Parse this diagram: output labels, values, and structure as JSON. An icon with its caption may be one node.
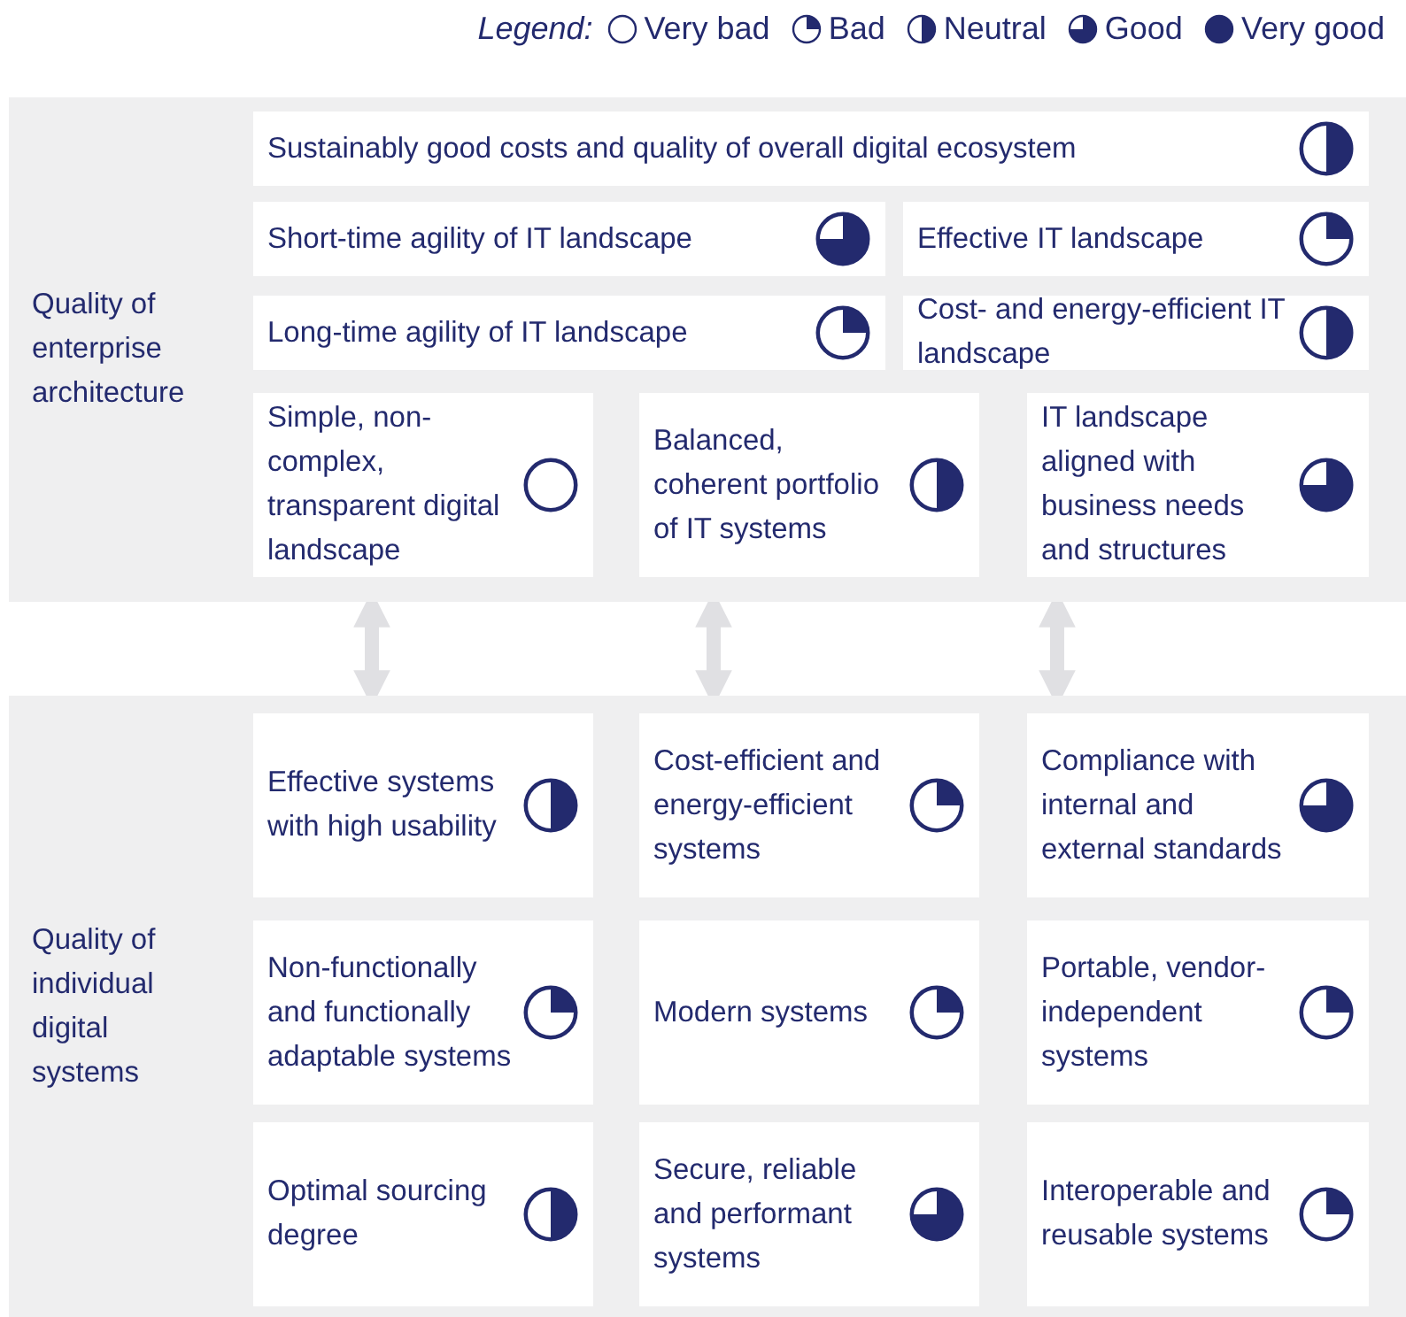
{
  "diagram": {
    "nodes": [
      {
        "text": [
          "Quality of enterprise architecture"
        ]
      },
      {
        "text": [
          "Sustainably good costs and quality of overall digital ecosystem"
        ],
        "in": 0
      },
      {
        "text": [
          "Short-time agility of IT landscape"
        ],
        "in": 0
      },
      {
        "text": [
          "Effective IT landscape"
        ],
        "in": 0
      },
      {
        "text": [
          "Long-time agility of IT landscape"
        ],
        "in": 0
      },
      {
        "text": [
          "Cost- and energy-efficient IT landscape"
        ],
        "in": 0
      },
      {
        "text": [
          "Simple, non-complex, transparent digital landscape"
        ],
        "in": 0
      },
      {
        "text": [
          "Balanced, coherent portfolio of IT systems"
        ],
        "in": 0
      },
      {
        "text": [
          "IT landscape aligned with business needs and structures"
        ],
        "in": 0
      },
      {
        "text": [
          "Quality of individual digital systems"
        ]
      },
      {
        "text": [
          "Effective systems with high usability"
        ],
        "in": 9
      },
      {
        "text": [
          "Cost-efficient and energy-efficient systems"
        ],
        "in": 9
      },
      {
        "text": [
          "Compliance with internal and external standards"
        ],
        "in": 9
      },
      {
        "text": [
          "Non-functionally and functionally adaptable systems"
        ],
        "in": 9
      },
      {
        "text": [
          "Modern systems"
        ],
        "in": 9
      },
      {
        "text": [
          "Portable, vendor-independent systems"
        ],
        "in": 9
      },
      {
        "text": [
          "Optimal sourcing degree"
        ],
        "in": 9
      },
      {
        "text": [
          "Secure, reliable and performant systems"
        ],
        "in": 9
      },
      {
        "text": [
          "Interoperable and reusable systems"
        ],
        "in": 9
      }
    ],
    "edges": [
      {
        "from": 0,
        "to": 9,
        "arrow": "both"
      },
      {
        "from": 0,
        "to": 9,
        "arrow": "both"
      },
      {
        "from": 0,
        "to": 9,
        "arrow": "both"
      }
    ],
    "labels": [
      "Legend:"
    ],
    "legend": [
      {
        "text": "Very bad"
      },
      {
        "text": "Bad"
      },
      {
        "text": "Neutral"
      },
      {
        "text": "Good"
      },
      {
        "text": "Very good"
      }
    ]
  }
}
